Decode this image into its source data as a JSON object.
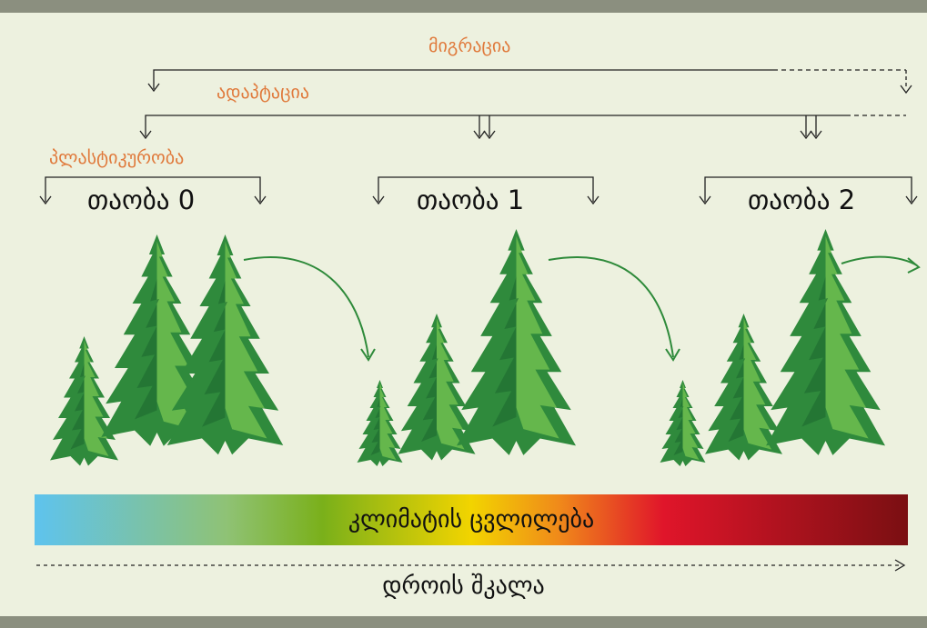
{
  "labels": {
    "migration": "მიგრაცია",
    "adaptation": "ადაპტაცია",
    "plasticity": "პლასტიკურობა"
  },
  "generations": [
    "თაობა 0",
    "თაობა 1",
    "თაობა 2"
  ],
  "climate_change": "კლიმატის ცვლილება",
  "time_scale": "დროის შკალა",
  "colors": {
    "background": "#edf1df",
    "frame": "#8b8f7f",
    "orange_label": "#e07a3c",
    "arrow_green": "#2e8a3a",
    "gradient": [
      "#5ec3ee",
      "#8fbf6a",
      "#7ab01a",
      "#f2d400",
      "#f08a1a",
      "#e0152a",
      "#7a0f12"
    ]
  }
}
